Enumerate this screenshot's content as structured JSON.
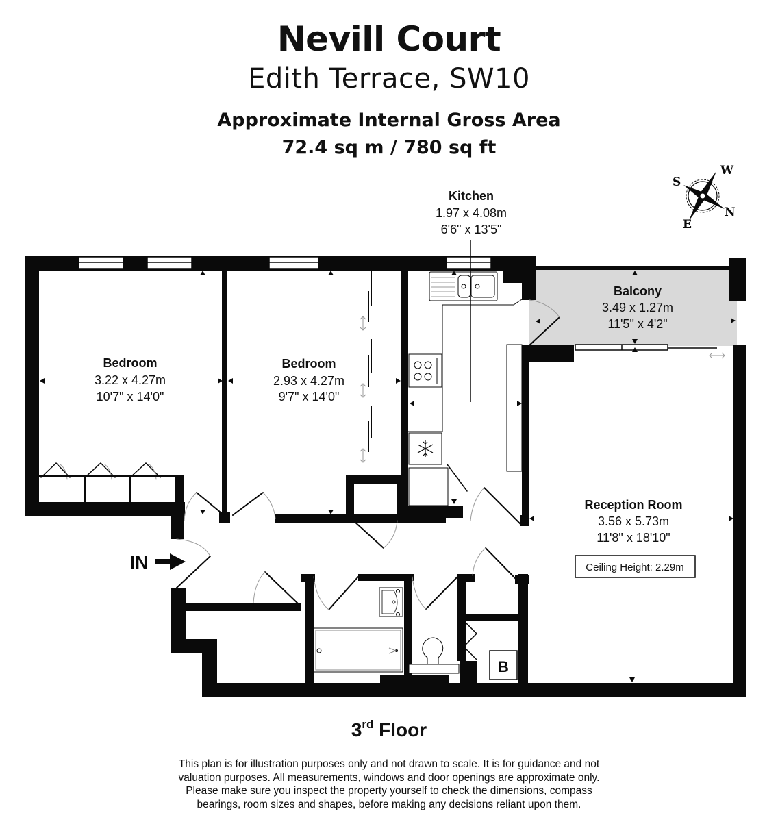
{
  "header": {
    "title": "Nevill Court",
    "address": "Edith Terrace, SW10",
    "area_label": "Approximate Internal Gross Area",
    "area_value": "72.4 sq m / 780 sq ft"
  },
  "compass": {
    "icon": "compass-rose-icon",
    "labels": {
      "north": "N",
      "south": "S",
      "east": "E",
      "west": "W"
    }
  },
  "rooms": {
    "bedroom1": {
      "name": "Bedroom",
      "metric": "3.22 x 4.27m",
      "imperial": "10'7\" x 14'0\""
    },
    "bedroom2": {
      "name": "Bedroom",
      "metric": "2.93 x 4.27m",
      "imperial": "9'7\" x 14'0\""
    },
    "kitchen": {
      "name": "Kitchen",
      "metric": "1.97 x 4.08m",
      "imperial": "6'6\" x 13'5\""
    },
    "balcony": {
      "name": "Balcony",
      "metric": "3.49 x 1.27m",
      "imperial": "11'5\" x 4'2\""
    },
    "reception": {
      "name": "Reception Room",
      "metric": "3.56 x 5.73m",
      "imperial": "11'8\" x 18'10\"",
      "ceiling": "Ceiling Height: 2.29m"
    }
  },
  "labels": {
    "entrance": "IN",
    "boiler": "B"
  },
  "colors": {
    "wall": "#0a0a0a",
    "balcony_fill": "#d9d9d9",
    "door_arc": "#9a9a9a"
  },
  "floor": {
    "ordinal": "3",
    "suffix": "rd",
    "label": "Floor"
  },
  "disclaimer": [
    "This plan is for illustration purposes only and not drawn to scale. It is for guidance and not",
    "valuation purposes. All measurements, windows and door openings are approximate only.",
    "Please make sure you inspect the property yourself to check the dimensions, compass",
    "bearings, room sizes and shapes, before making any decisions reliant upon them."
  ]
}
